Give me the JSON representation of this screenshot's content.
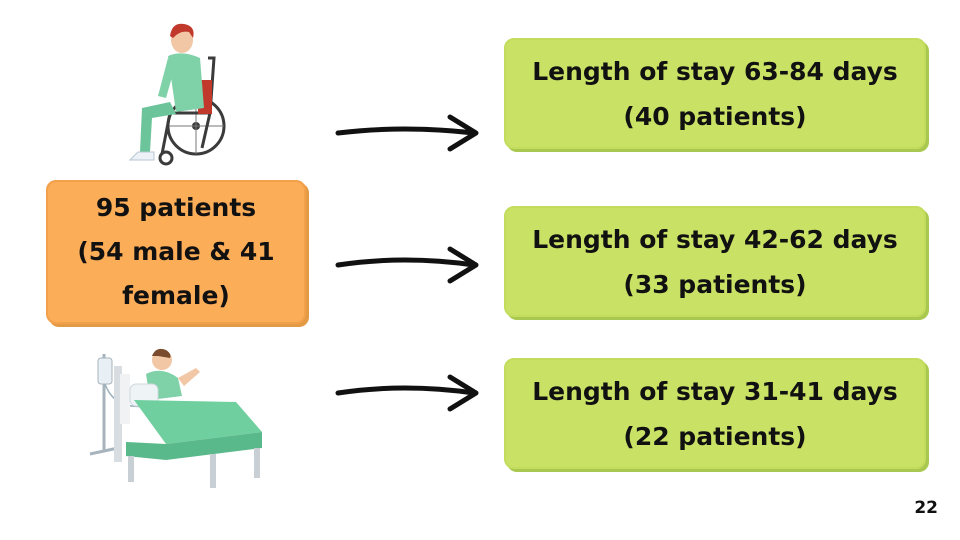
{
  "source": {
    "line1": "95 patients",
    "line2": "(54 male & 41",
    "line3": "female)"
  },
  "groups": [
    {
      "line1": "Length of stay 63-84 days",
      "line2": "(40 patients)"
    },
    {
      "line1": "Length of stay 42-62 days",
      "line2": "(33 patients)"
    },
    {
      "line1": "Length of stay 31-41 days",
      "line2": "(22 patients)"
    }
  ],
  "illustrations": [
    "wheelchair-patient-icon",
    "hospital-bed-patient-icon"
  ],
  "colors": {
    "source_box": "#fcad58",
    "group_box": "#c9e265",
    "arrow": "#111111"
  },
  "page_number": "22"
}
